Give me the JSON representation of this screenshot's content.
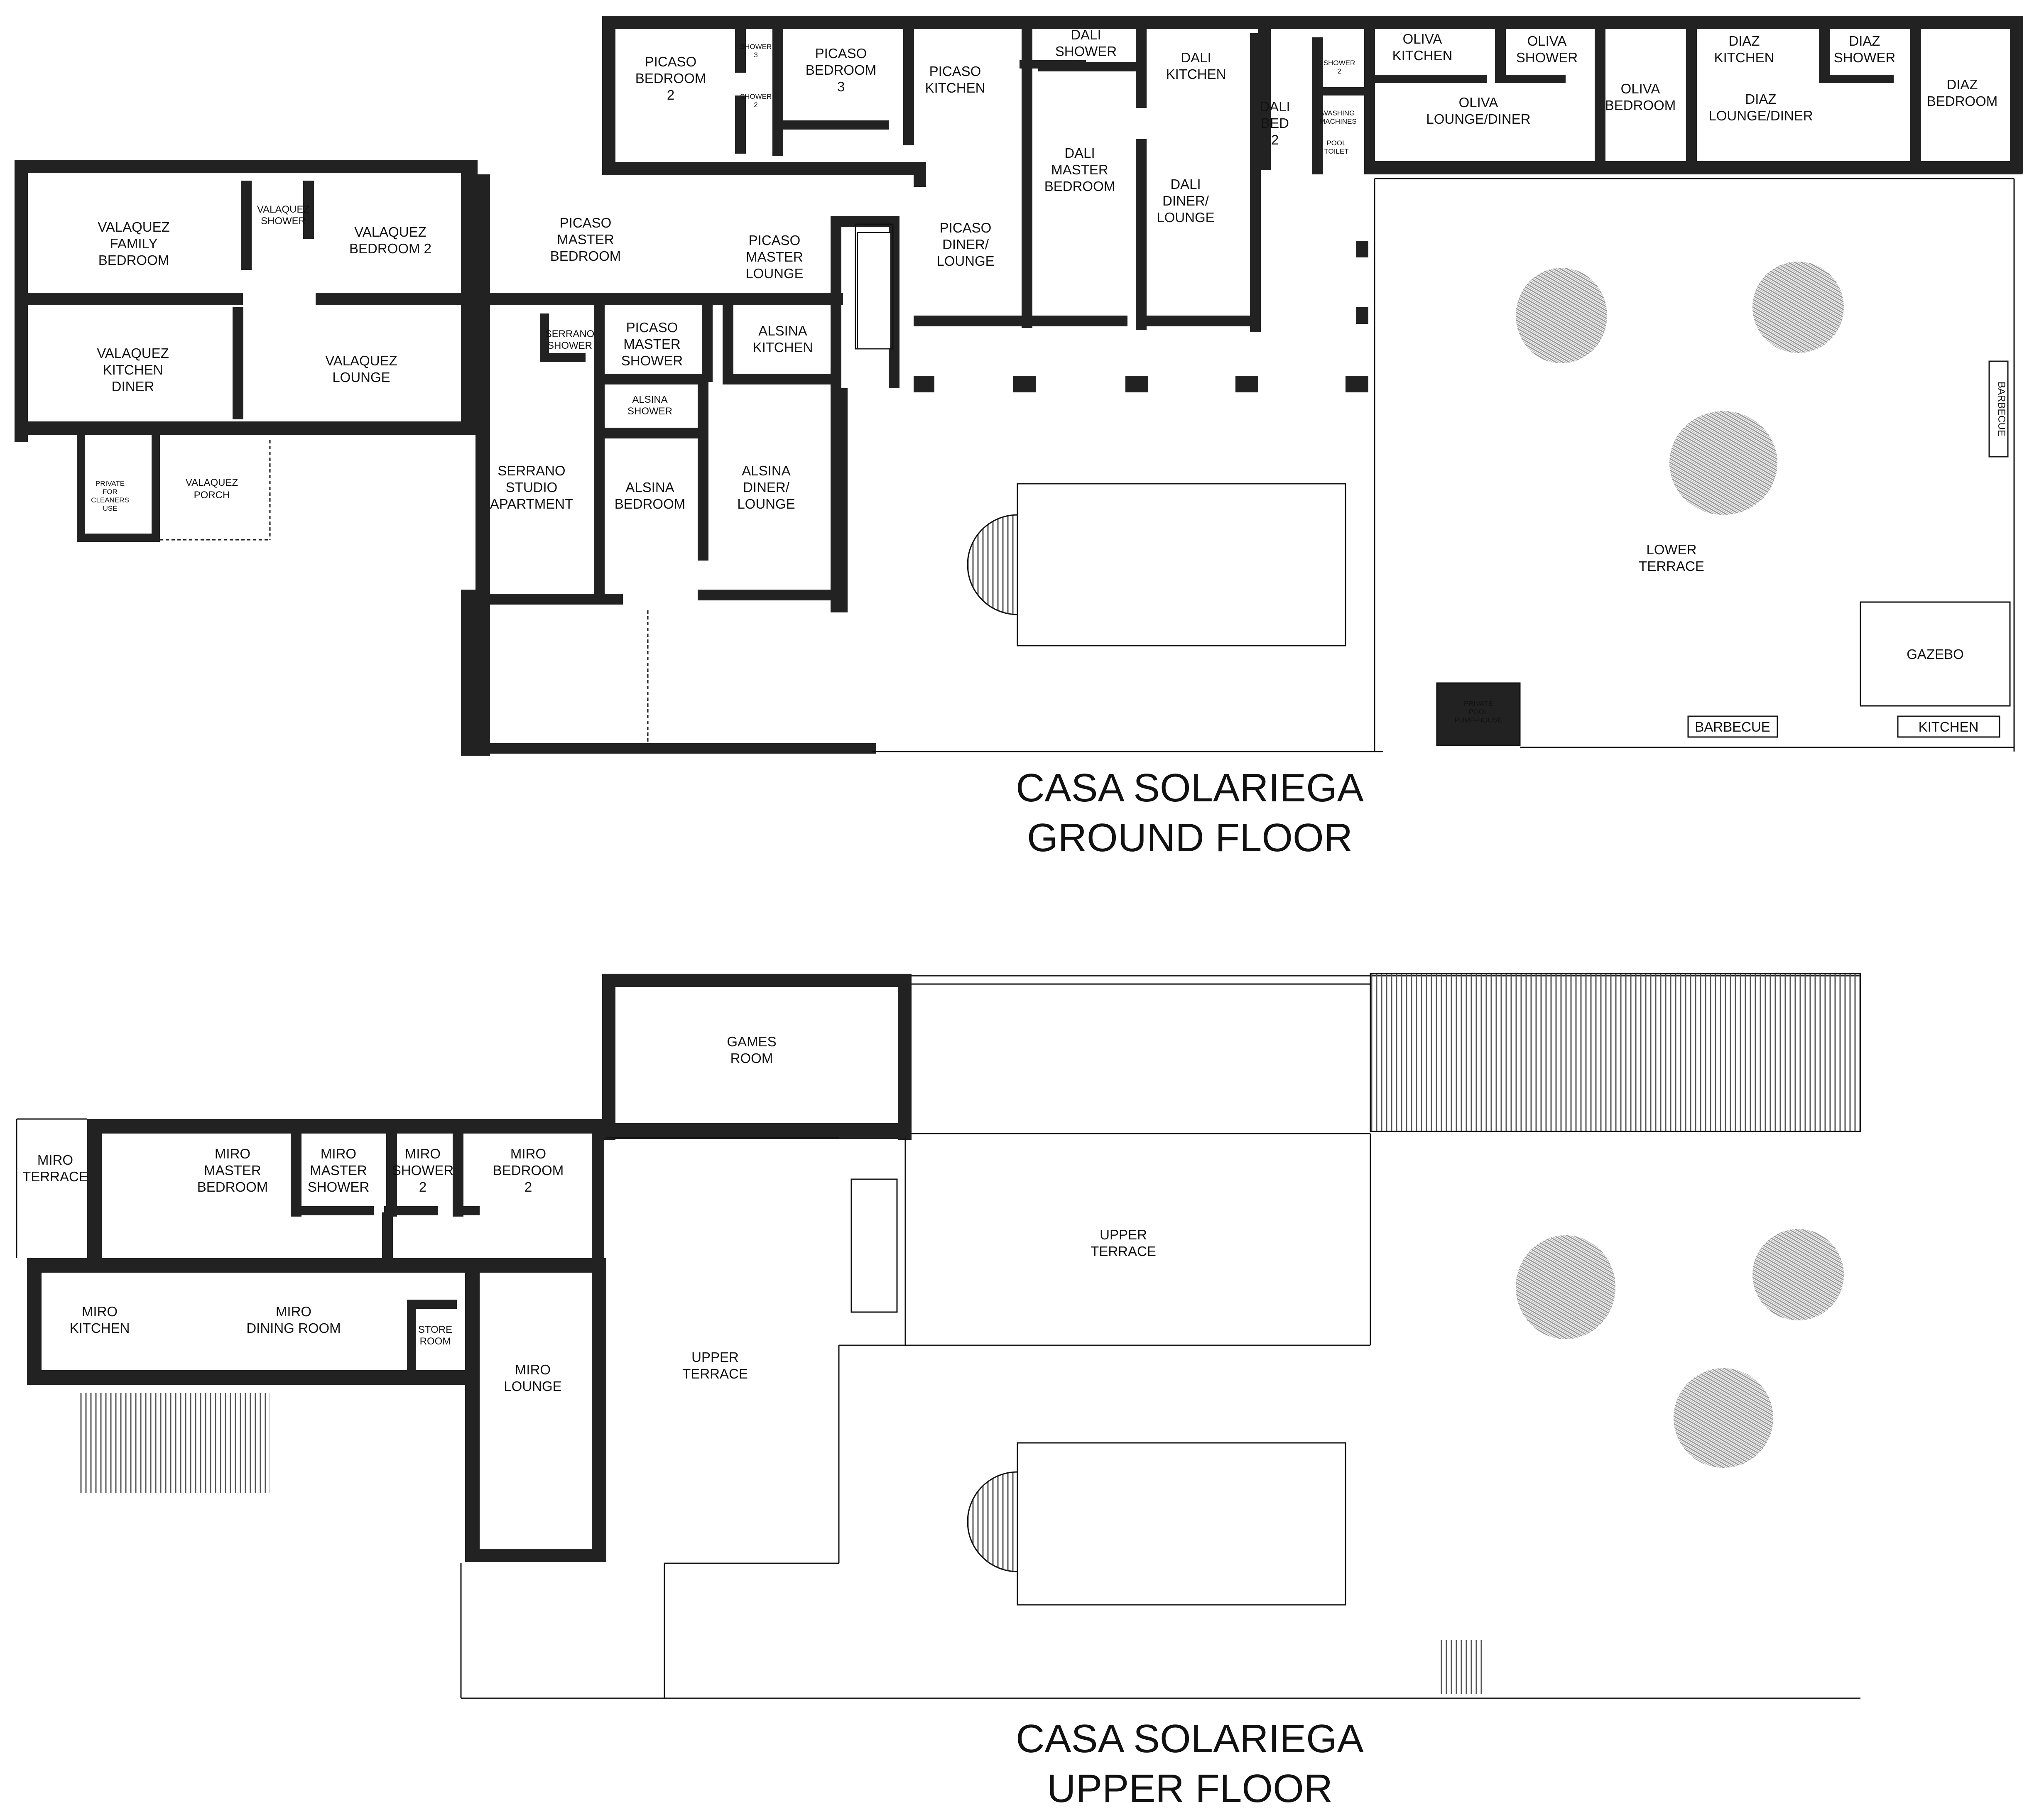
{
  "titles": {
    "ground_line1": "CASA SOLARIEGA",
    "ground_line2": "GROUND FLOOR",
    "upper_line1": "CASA SOLARIEGA",
    "upper_line2": "UPPER FLOOR"
  },
  "ground_floor": {
    "picaso_bedroom_2": [
      "PICASO",
      "BEDROOM",
      "2"
    ],
    "shower_3": [
      "SHOWER",
      "3"
    ],
    "shower_2a": [
      "SHOWER",
      "2"
    ],
    "picaso_bedroom_3": [
      "PICASO",
      "BEDROOM",
      "3"
    ],
    "picaso_kitchen": [
      "PICASO",
      "KITCHEN"
    ],
    "dali_shower": [
      "DALI",
      "SHOWER"
    ],
    "dali_kitchen": [
      "DALI",
      "KITCHEN"
    ],
    "shower_2b": [
      "SHOWER",
      "2"
    ],
    "washing_machines": [
      "WASHING",
      "MACHINES"
    ],
    "pool_toilet": [
      "POOL",
      "TOILET"
    ],
    "dali_bed_2": [
      "DALI",
      "BED",
      "2"
    ],
    "oliva_kitchen": [
      "OLIVA",
      "KITCHEN"
    ],
    "oliva_shower": [
      "OLIVA",
      "SHOWER"
    ],
    "oliva_lounge": [
      "OLIVA",
      "LOUNGE/DINER"
    ],
    "oliva_bedroom": [
      "OLIVA",
      "BEDROOM"
    ],
    "diaz_kitchen": [
      "DIAZ",
      "KITCHEN"
    ],
    "diaz_shower": [
      "DIAZ",
      "SHOWER"
    ],
    "diaz_lounge": [
      "DIAZ",
      "LOUNGE/DINER"
    ],
    "diaz_bedroom": [
      "DIAZ",
      "BEDROOM"
    ],
    "dali_master_bedroom": [
      "DALI",
      "MASTER",
      "BEDROOM"
    ],
    "dali_diner_lounge": [
      "DALI",
      "DINER/",
      "LOUNGE"
    ],
    "picaso_diner_lounge": [
      "PICASO",
      "DINER/",
      "LOUNGE"
    ],
    "valaquez_family_bedroom": [
      "VALAQUEZ",
      "FAMILY",
      "BEDROOM"
    ],
    "valaquez_shower": [
      "VALAQUEZ",
      "SHOWER"
    ],
    "valaquez_bedroom_2": [
      "VALAQUEZ",
      "BEDROOM 2"
    ],
    "picaso_master_bedroom": [
      "PICASO",
      "MASTER",
      "BEDROOM"
    ],
    "picaso_master_lounge": [
      "PICASO",
      "MASTER",
      "LOUNGE"
    ],
    "valaquez_kitchen_diner": [
      "VALAQUEZ",
      "KITCHEN",
      "DINER"
    ],
    "valaquez_lounge": [
      "VALAQUEZ",
      "LOUNGE"
    ],
    "serrano_shower": [
      "SERRANO",
      "SHOWER"
    ],
    "picaso_master_shower": [
      "PICASO",
      "MASTER",
      "SHOWER"
    ],
    "alsina_kitchen": [
      "ALSINA",
      "KITCHEN"
    ],
    "alsina_shower": [
      "ALSINA",
      "SHOWER"
    ],
    "serrano_studio": [
      "SERRANO",
      "STUDIO",
      "APARTMENT"
    ],
    "alsina_bedroom": [
      "ALSINA",
      "BEDROOM"
    ],
    "alsina_diner_lounge": [
      "ALSINA",
      "DINER/",
      "LOUNGE"
    ],
    "private_cleaners": [
      "PRIVATE",
      "FOR",
      "CLEANERS",
      "USE"
    ],
    "valaquez_porch": [
      "VALAQUEZ",
      "PORCH"
    ],
    "barbecue_side": "BARBECUE",
    "lower_terrace": [
      "LOWER",
      "TERRACE"
    ],
    "gazebo": "GAZEBO",
    "private_pool_pump": [
      "PRIVATE",
      "POOL",
      "PUMP-HOUSE"
    ],
    "barbecue_bottom": "BARBECUE",
    "kitchen_bottom": "KITCHEN"
  },
  "upper_floor": {
    "games_room": [
      "GAMES",
      "ROOM"
    ],
    "miro_terrace": [
      "MIRO",
      "TERRACE"
    ],
    "miro_master_bedroom": [
      "MIRO",
      "MASTER",
      "BEDROOM"
    ],
    "miro_master_shower": [
      "MIRO",
      "MASTER",
      "SHOWER"
    ],
    "miro_shower_2": [
      "MIRO",
      "SHOWER",
      "2"
    ],
    "miro_bedroom_2": [
      "MIRO",
      "BEDROOM",
      "2"
    ],
    "upper_terrace_right": [
      "UPPER",
      "TERRACE"
    ],
    "miro_kitchen": [
      "MIRO",
      "KITCHEN"
    ],
    "miro_dining_room": [
      "MIRO",
      "DINING ROOM"
    ],
    "store_room": [
      "STORE",
      "ROOM"
    ],
    "miro_lounge": [
      "MIRO",
      "LOUNGE"
    ],
    "upper_terrace_left": [
      "UPPER",
      "TERRACE"
    ]
  },
  "colors": {
    "wall": "#222222",
    "line": "#111111",
    "tree": "#9a9a9a"
  }
}
